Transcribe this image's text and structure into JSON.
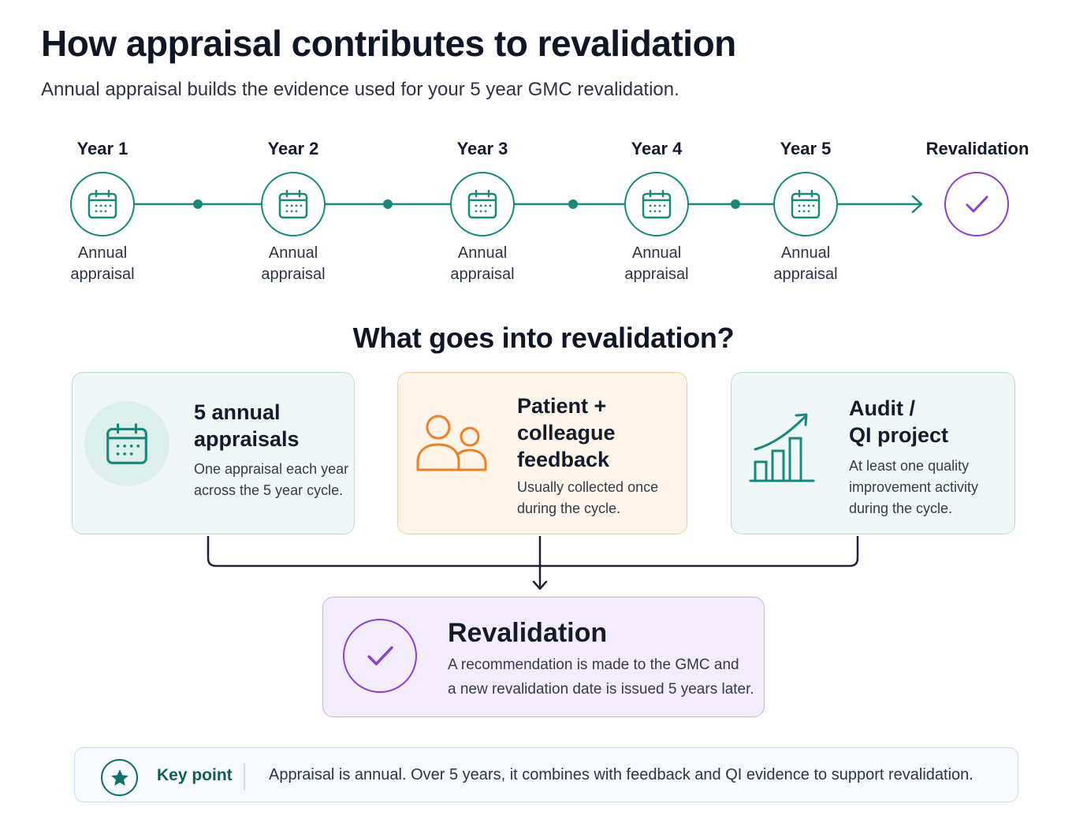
{
  "header": {
    "title": "How appraisal contributes to revalidation",
    "subtitle": "Annual appraisal builds the evidence used for your 5 year GMC revalidation."
  },
  "timeline": {
    "steps": [
      {
        "year": "Year 1",
        "label_line1": "Annual",
        "label_line2": "appraisal",
        "icon": "calendar-icon"
      },
      {
        "year": "Year 2",
        "label_line1": "Annual",
        "label_line2": "appraisal",
        "icon": "calendar-icon"
      },
      {
        "year": "Year 3",
        "label_line1": "Annual",
        "label_line2": "appraisal",
        "icon": "calendar-icon"
      },
      {
        "year": "Year 4",
        "label_line1": "Annual",
        "label_line2": "appraisal",
        "icon": "calendar-icon"
      },
      {
        "year": "Year 5",
        "label_line1": "Annual",
        "label_line2": "appraisal",
        "icon": "calendar-icon"
      }
    ],
    "final": {
      "label": "Revalidation",
      "icon": "check-circle-icon"
    }
  },
  "inputs": {
    "title": "What goes into revalidation?",
    "cards": [
      {
        "title_line1": "5 annual",
        "title_line2": "appraisals",
        "text_line1": "One appraisal each year",
        "text_line2": "across the 5 year cycle.",
        "icon": "calendar-icon"
      },
      {
        "title_line1": "Patient +",
        "title_line2": "colleague",
        "title_line3": "feedback",
        "text_line1": "Usually collected once",
        "text_line2": "during the cycle.",
        "icon": "people-icon"
      },
      {
        "title_line1": "Audit /",
        "title_line2": "QI project",
        "text_line1": "At least one quality",
        "text_line2": "improvement activity",
        "text_line3": "during the cycle.",
        "icon": "growth-chart-icon"
      }
    ]
  },
  "outcome": {
    "title": "Revalidation",
    "text_line1": "A recommendation is made to the GMC and",
    "text_line2": "a new revalidation date is issued 5 years later.",
    "icon": "check-circle-icon"
  },
  "key_point": {
    "label": "Key point",
    "text": "Appraisal is annual. Over 5 years, it combines with feedback and QI evidence to support revalidation.",
    "icon": "star-icon"
  },
  "colors": {
    "teal": "#14897c",
    "purple": "#8a3fd1",
    "orange": "#f07f22",
    "dark": "#141b2d"
  }
}
